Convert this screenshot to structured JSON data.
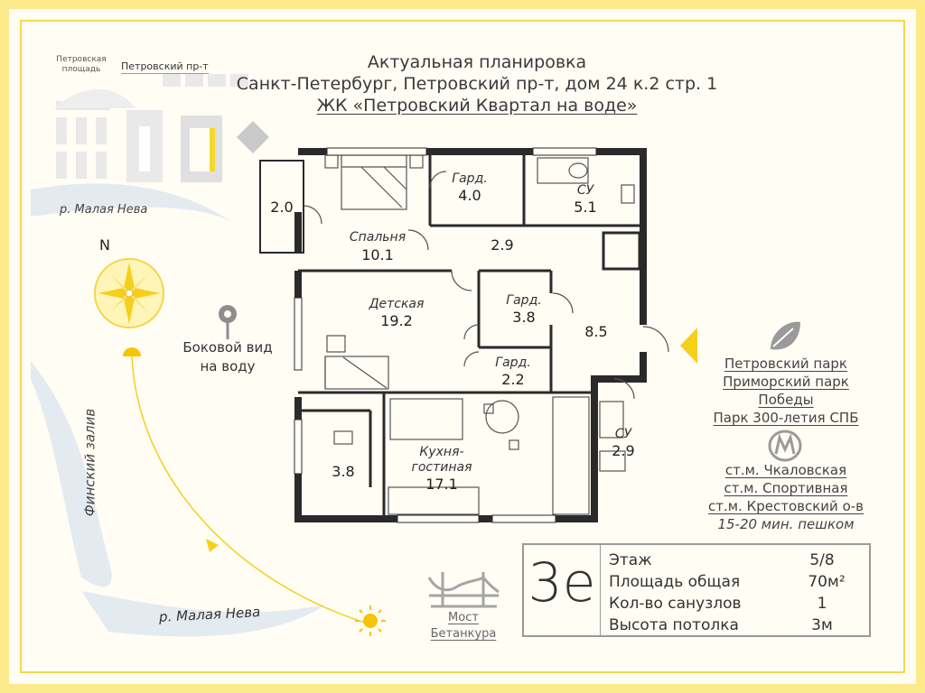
{
  "header": {
    "line1": "Актуальная планировка",
    "line2": "Санкт-Петербург, Петровский пр-т, дом 24 к.2 стр. 1",
    "line3": "ЖК «Петровский Квартал на воде»"
  },
  "map": {
    "square_line1": "Петровская",
    "square_line2": "площадь",
    "avenue": "Петровский пр-т",
    "river_top": "р. Малая Нева",
    "river_bottom": "р. Малая Нева",
    "gulf": "Финский залив",
    "compass_north": "N",
    "side_view_line1": "Боковой вид",
    "side_view_line2": "на воду",
    "bridge_line1": "Мост",
    "bridge_line2": "Бетанкура"
  },
  "rooms": {
    "balcony_area": "2.0",
    "bedroom_label": "Спальня",
    "bedroom_area": "10.1",
    "wardrobe1_label": "Гард.",
    "wardrobe1_area": "4.0",
    "bath1_label": "СУ",
    "bath1_area": "5.1",
    "hall_area": "2.9",
    "kids_label": "Детская",
    "kids_area": "19.2",
    "wardrobe2_label": "Гард.",
    "wardrobe2_area": "3.8",
    "corridor_area": "8.5",
    "wardrobe3_label": "Гард.",
    "wardrobe3_area": "2.2",
    "loggia_area": "3.8",
    "kitchen_label1": "Кухня-",
    "kitchen_label2": "гостиная",
    "kitchen_area": "17.1",
    "bath2_label": "СУ",
    "bath2_area": "2.9"
  },
  "parks": [
    "Петровский парк",
    "Приморский парк",
    "Победы",
    "Парк 300-летия СПБ"
  ],
  "metro": {
    "stations": [
      "ст.м. Чкаловская",
      "ст.м. Спортивная",
      "ст.м. Крестовский о-в"
    ],
    "walk": "15-20 мин. пешком"
  },
  "info": {
    "type": "3е",
    "rows": [
      {
        "label": "Этаж",
        "value": "5/8"
      },
      {
        "label": "Площадь общая",
        "value": "70м²"
      },
      {
        "label": "Кол-во санузлов",
        "value": "1"
      },
      {
        "label": "Высота потолка",
        "value": "3м"
      }
    ]
  },
  "colors": {
    "accent": "#f6cf1c",
    "frame": "#fce98a",
    "wall": "#2a2a2a",
    "river": "#e8eef2"
  }
}
